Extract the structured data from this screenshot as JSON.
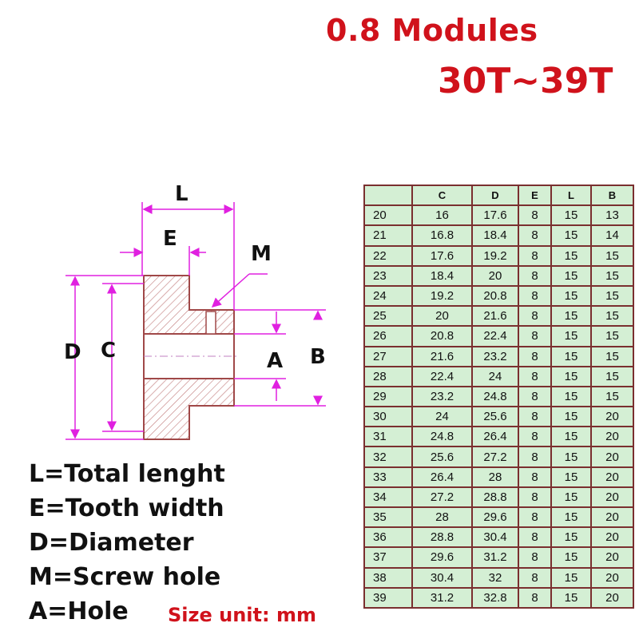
{
  "title": {
    "line1": "0.8 Modules",
    "line2": "30T~39T"
  },
  "diagram": {
    "labels": {
      "L": "L",
      "E": "E",
      "M": "M",
      "D": "D",
      "C": "C",
      "A": "A",
      "B": "B"
    }
  },
  "legend": [
    "L=Total lenght",
    "E=Tooth width",
    "D=Diameter",
    "M=Screw hole",
    "A=Hole"
  ],
  "size_unit": "Size unit: mm",
  "table": {
    "headers": [
      "",
      "C",
      "D",
      "E",
      "L",
      "B"
    ],
    "rows": [
      [
        "20",
        "16",
        "17.6",
        "8",
        "15",
        "13"
      ],
      [
        "21",
        "16.8",
        "18.4",
        "8",
        "15",
        "14"
      ],
      [
        "22",
        "17.6",
        "19.2",
        "8",
        "15",
        "15"
      ],
      [
        "23",
        "18.4",
        "20",
        "8",
        "15",
        "15"
      ],
      [
        "24",
        "19.2",
        "20.8",
        "8",
        "15",
        "15"
      ],
      [
        "25",
        "20",
        "21.6",
        "8",
        "15",
        "15"
      ],
      [
        "26",
        "20.8",
        "22.4",
        "8",
        "15",
        "15"
      ],
      [
        "27",
        "21.6",
        "23.2",
        "8",
        "15",
        "15"
      ],
      [
        "28",
        "22.4",
        "24",
        "8",
        "15",
        "15"
      ],
      [
        "29",
        "23.2",
        "24.8",
        "8",
        "15",
        "15"
      ],
      [
        "30",
        "24",
        "25.6",
        "8",
        "15",
        "20"
      ],
      [
        "31",
        "24.8",
        "26.4",
        "8",
        "15",
        "20"
      ],
      [
        "32",
        "25.6",
        "27.2",
        "8",
        "15",
        "20"
      ],
      [
        "33",
        "26.4",
        "28",
        "8",
        "15",
        "20"
      ],
      [
        "34",
        "27.2",
        "28.8",
        "8",
        "15",
        "20"
      ],
      [
        "35",
        "28",
        "29.6",
        "8",
        "15",
        "20"
      ],
      [
        "36",
        "28.8",
        "30.4",
        "8",
        "15",
        "20"
      ],
      [
        "37",
        "29.6",
        "31.2",
        "8",
        "15",
        "20"
      ],
      [
        "38",
        "30.4",
        "32",
        "8",
        "15",
        "20"
      ],
      [
        "39",
        "31.2",
        "32.8",
        "8",
        "15",
        "20"
      ]
    ]
  },
  "colors": {
    "title_red": "#d0121b",
    "dimension_magenta": "#e020e0",
    "part_outline": "#a04848",
    "table_fill": "#d4efd4",
    "table_border": "#7a2f2f"
  }
}
